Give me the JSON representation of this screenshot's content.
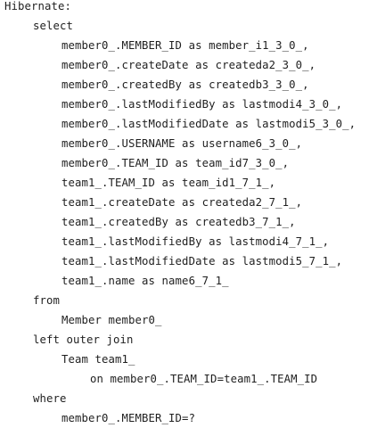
{
  "console": {
    "header": "Hibernate:",
    "select_keyword": "select",
    "columns": [
      "member0_.MEMBER_ID as member_i1_3_0_,",
      "member0_.createDate as createda2_3_0_,",
      "member0_.createdBy as createdb3_3_0_,",
      "member0_.lastModifiedBy as lastmodi4_3_0_,",
      "member0_.lastModifiedDate as lastmodi5_3_0_,",
      "member0_.USERNAME as username6_3_0_,",
      "member0_.TEAM_ID as team_id7_3_0_,",
      "team1_.TEAM_ID as team_id1_7_1_,",
      "team1_.createDate as createda2_7_1_,",
      "team1_.createdBy as createdb3_7_1_,",
      "team1_.lastModifiedBy as lastmodi4_7_1_,",
      "team1_.lastModifiedDate as lastmodi5_7_1_,",
      "team1_.name as name6_7_1_"
    ],
    "from_keyword": "from",
    "from_table": "Member member0_",
    "join_keyword": "left outer join",
    "join_table": "Team team1_",
    "on_clause": "on member0_.TEAM_ID=team1_.TEAM_ID",
    "where_keyword": "where",
    "where_clause": "member0_.MEMBER_ID=?"
  }
}
